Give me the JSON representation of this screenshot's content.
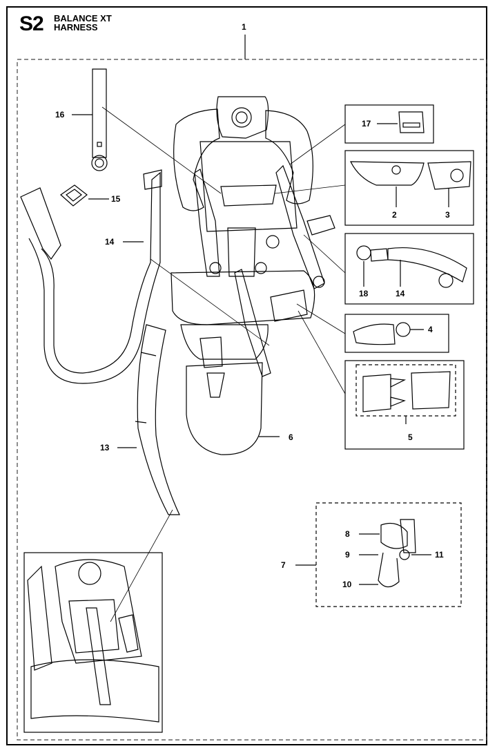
{
  "header": {
    "section_code": "S2",
    "title_line1": "BALANCE XT",
    "title_line2": "HARNESS"
  },
  "callouts": {
    "c1": "1",
    "c2": "2",
    "c3": "3",
    "c4": "4",
    "c5": "5",
    "c6": "6",
    "c7": "7",
    "c8": "8",
    "c9": "9",
    "c10": "10",
    "c11": "11",
    "c13": "13",
    "c14a": "14",
    "c14b": "14",
    "c15": "15",
    "c16": "16",
    "c17": "17",
    "c18": "18"
  }
}
